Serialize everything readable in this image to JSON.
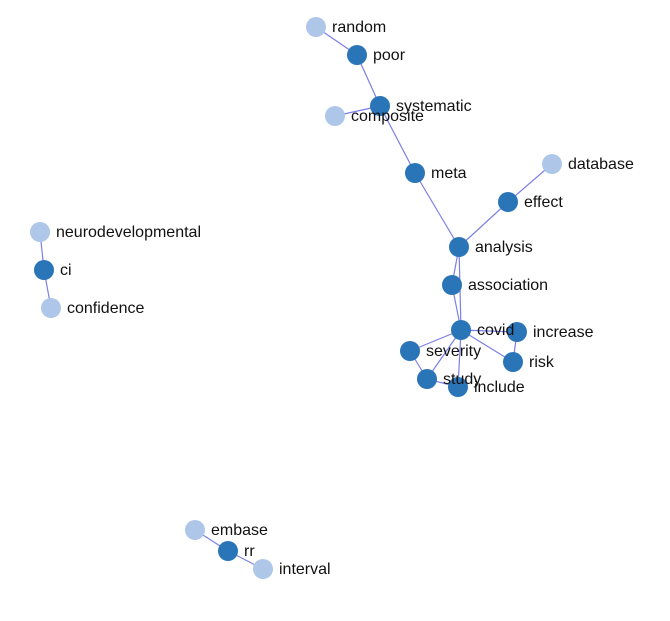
{
  "colors": {
    "primary": "#2a75b8",
    "secondary": "#aec7e8",
    "edge": "#7b7fe8"
  },
  "nodes": [
    {
      "id": "random",
      "label": "random",
      "group": "secondary"
    },
    {
      "id": "poor",
      "label": "poor",
      "group": "primary"
    },
    {
      "id": "systematic",
      "label": "systematic",
      "group": "primary"
    },
    {
      "id": "composite",
      "label": "composite",
      "group": "secondary"
    },
    {
      "id": "meta",
      "label": "meta",
      "group": "primary"
    },
    {
      "id": "database",
      "label": "database",
      "group": "secondary"
    },
    {
      "id": "effect",
      "label": "effect",
      "group": "primary"
    },
    {
      "id": "analysis",
      "label": "analysis",
      "group": "primary"
    },
    {
      "id": "association",
      "label": "association",
      "group": "primary"
    },
    {
      "id": "covid",
      "label": "covid",
      "group": "primary"
    },
    {
      "id": "increase",
      "label": "increase",
      "group": "primary"
    },
    {
      "id": "severity",
      "label": "severity",
      "group": "primary"
    },
    {
      "id": "risk",
      "label": "risk",
      "group": "primary"
    },
    {
      "id": "study",
      "label": "study",
      "group": "primary"
    },
    {
      "id": "include",
      "label": "include",
      "group": "primary"
    },
    {
      "id": "neurodevelopmental",
      "label": "neurodevelopmental",
      "group": "secondary"
    },
    {
      "id": "ci",
      "label": "ci",
      "group": "primary"
    },
    {
      "id": "confidence",
      "label": "confidence",
      "group": "secondary"
    },
    {
      "id": "embase",
      "label": "embase",
      "group": "secondary"
    },
    {
      "id": "rr",
      "label": "rr",
      "group": "primary"
    },
    {
      "id": "interval",
      "label": "interval",
      "group": "secondary"
    }
  ],
  "edges": [
    {
      "source": "random",
      "target": "poor"
    },
    {
      "source": "poor",
      "target": "systematic"
    },
    {
      "source": "systematic",
      "target": "composite"
    },
    {
      "source": "systematic",
      "target": "meta"
    },
    {
      "source": "meta",
      "target": "analysis"
    },
    {
      "source": "database",
      "target": "effect"
    },
    {
      "source": "effect",
      "target": "analysis"
    },
    {
      "source": "analysis",
      "target": "association"
    },
    {
      "source": "analysis",
      "target": "covid"
    },
    {
      "source": "association",
      "target": "covid"
    },
    {
      "source": "covid",
      "target": "increase"
    },
    {
      "source": "covid",
      "target": "severity"
    },
    {
      "source": "covid",
      "target": "risk"
    },
    {
      "source": "covid",
      "target": "study"
    },
    {
      "source": "covid",
      "target": "include"
    },
    {
      "source": "increase",
      "target": "risk"
    },
    {
      "source": "severity",
      "target": "study"
    },
    {
      "source": "study",
      "target": "include"
    },
    {
      "source": "neurodevelopmental",
      "target": "ci"
    },
    {
      "source": "ci",
      "target": "confidence"
    },
    {
      "source": "embase",
      "target": "rr"
    },
    {
      "source": "rr",
      "target": "interval"
    }
  ]
}
